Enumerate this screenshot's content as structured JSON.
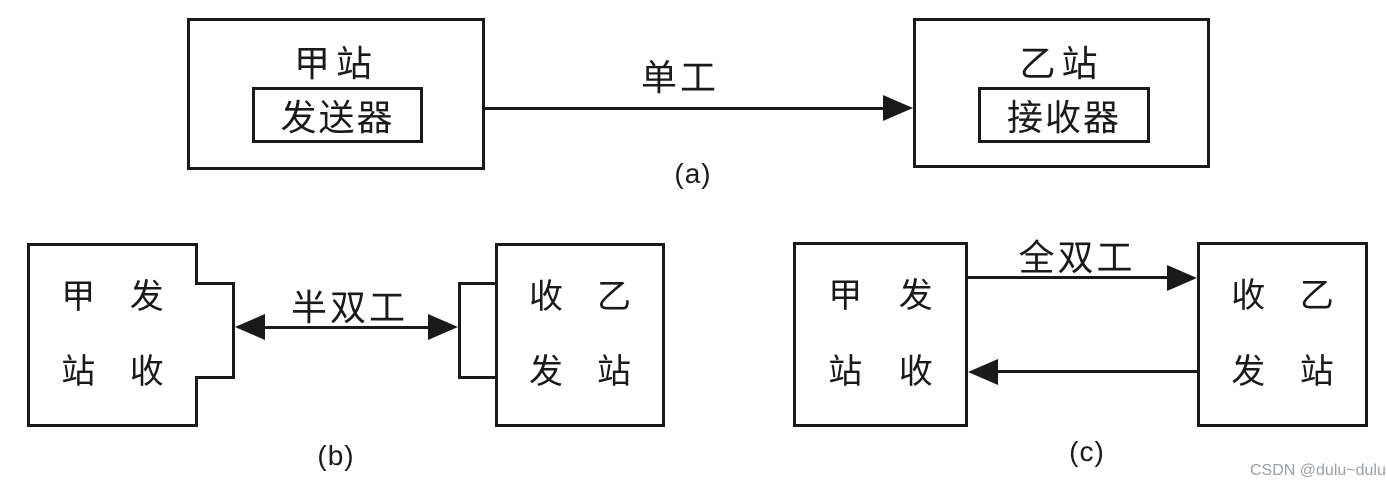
{
  "canvas": {
    "background": "#ffffff",
    "line_color": "#1a1a1a"
  },
  "sections": {
    "a": {
      "caption": "(a)",
      "link_label": "单工",
      "left_box": {
        "title": "甲站",
        "device": "发送器"
      },
      "right_box": {
        "title": "乙站",
        "device": "接收器"
      }
    },
    "b": {
      "caption": "(b)",
      "link_label": "半双工",
      "left_box": {
        "top_left": "甲",
        "top_right": "发",
        "bottom_left": "站",
        "bottom_right": "收"
      },
      "right_box": {
        "top_left": "收",
        "top_right": "乙",
        "bottom_left": "发",
        "bottom_right": "站"
      }
    },
    "c": {
      "caption": "(c)",
      "link_label": "全双工",
      "left_box": {
        "top_left": "甲",
        "top_right": "发",
        "bottom_left": "站",
        "bottom_right": "收"
      },
      "right_box": {
        "top_left": "收",
        "top_right": "乙",
        "bottom_left": "发",
        "bottom_right": "站"
      }
    }
  },
  "watermark": {
    "text": "CSDN @dulu~dulu",
    "color": "#9aa0a6"
  }
}
